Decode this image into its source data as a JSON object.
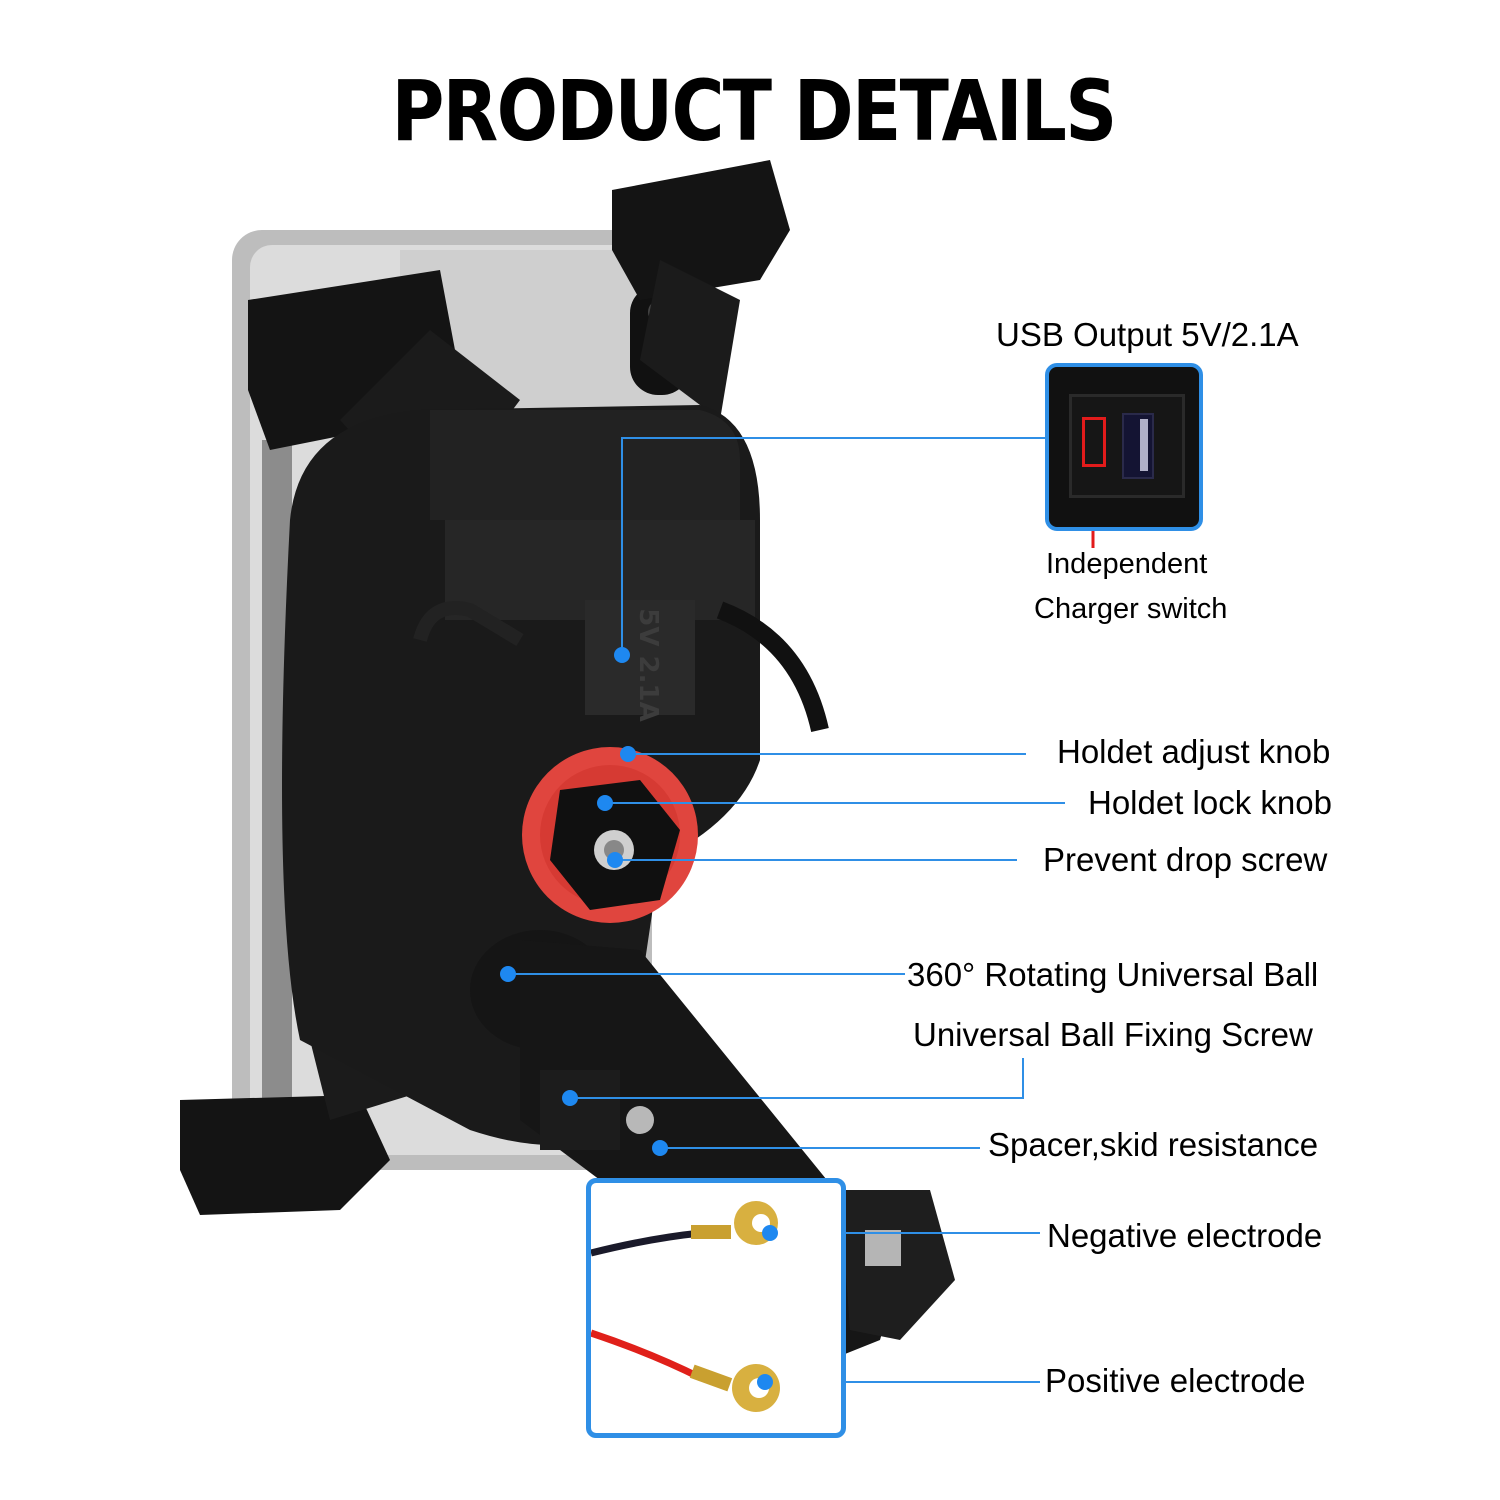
{
  "title": "PRODUCT DETAILS",
  "colors": {
    "callout_line": "#2f8fe6",
    "callout_dot": "#1e88f0",
    "highlight_red": "#e21b1b",
    "knob_red": "#e0453e",
    "product_black": "#1a1a1a"
  },
  "usb_inset": {
    "heading": "USB Output 5V/2.1A",
    "switch_label_line1": "Independent",
    "switch_label_line2": "Charger switch"
  },
  "callouts": [
    {
      "id": "adjust-knob",
      "label": "Holdet adjust knob"
    },
    {
      "id": "lock-knob",
      "label": "Holdet lock knob"
    },
    {
      "id": "drop-screw",
      "label": "Prevent drop screw"
    },
    {
      "id": "universal-ball",
      "label": "360° Rotating Universal Ball"
    },
    {
      "id": "ball-fixing-screw",
      "label": "Universal Ball Fixing Screw"
    },
    {
      "id": "spacer",
      "label": "Spacer,skid resistance"
    },
    {
      "id": "negative",
      "label": "Negative electrode"
    },
    {
      "id": "positive",
      "label": "Positive electrode"
    }
  ],
  "charger_embossing": "5V 2.1A"
}
